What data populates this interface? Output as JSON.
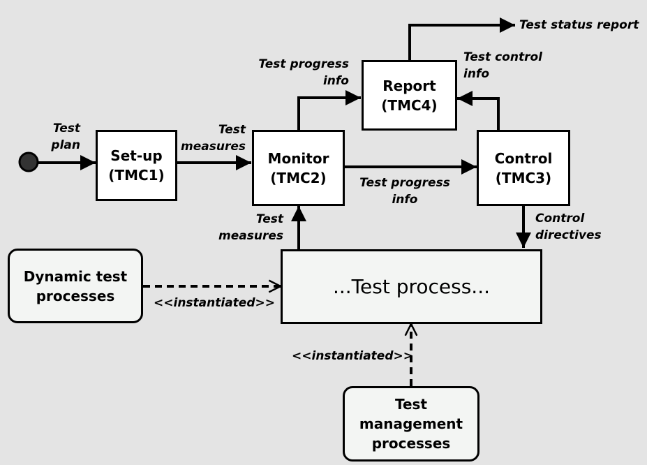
{
  "colors": {
    "background": "#e4e4e4",
    "box_fill": "#ffffff",
    "process_fill": "#f3f5f3",
    "stroke": "#000000",
    "start_node": "#333333"
  },
  "icons": {
    "start_node": "start-node-icon"
  },
  "boxes": {
    "setup": {
      "line1": "Set-up",
      "line2": "(TMC1)"
    },
    "monitor": {
      "line1": "Monitor",
      "line2": "(TMC2)"
    },
    "control": {
      "line1": "Control",
      "line2": "(TMC3)"
    },
    "report": {
      "line1": "Report",
      "line2": "(TMC4)"
    },
    "test_process": {
      "label": "...Test process..."
    },
    "dynamic": {
      "line1": "Dynamic test",
      "line2": "processes"
    },
    "management": {
      "line1": "Test",
      "line2": "management",
      "line3": "processes"
    }
  },
  "labels": {
    "test_plan": {
      "line1": "Test",
      "line2": "plan"
    },
    "test_measures_top": {
      "line1": "Test",
      "line2": "measures"
    },
    "test_measures_bottom": {
      "line1": "Test",
      "line2": "measures"
    },
    "progress_to_report": {
      "line1": "Test progress",
      "line2": "info"
    },
    "progress_to_control": {
      "line1": "Test progress",
      "line2": "info"
    },
    "control_info": {
      "line1": "Test control",
      "line2": "info"
    },
    "status_report": {
      "line1": "Test status report"
    },
    "control_directives": {
      "line1": "Control",
      "line2": "directives"
    },
    "instantiated_left": {
      "line1": "<<instantiated>>"
    },
    "instantiated_bottom": {
      "line1": "<<instantiated>>"
    }
  }
}
